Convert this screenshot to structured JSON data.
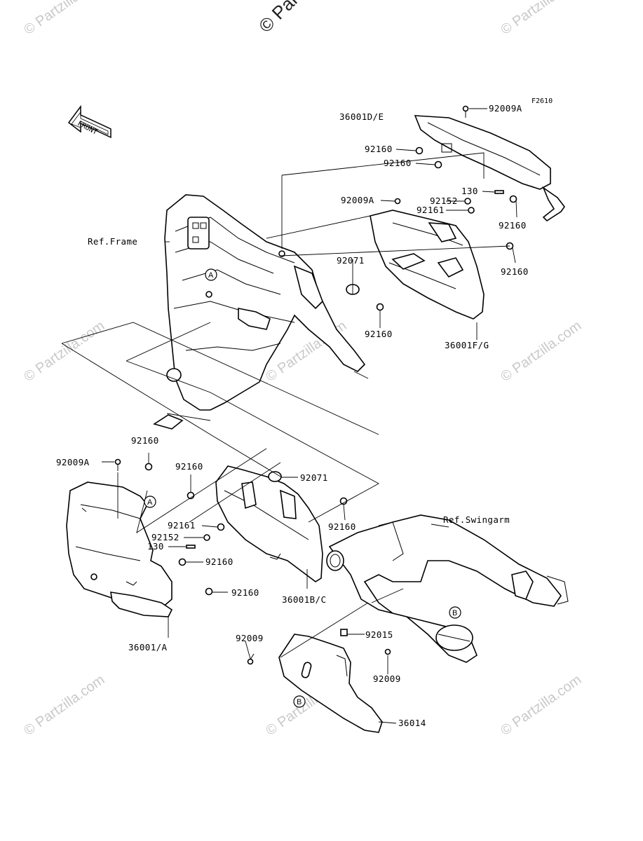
{
  "watermark": {
    "text": "© Partzilla.com",
    "top_text": "© Partz"
  },
  "figure_code": "F2610",
  "front_label": "FRONT",
  "refs": {
    "frame": "Ref.Frame",
    "swingarm": "Ref.Swingarm"
  },
  "callouts": {
    "a": "A",
    "b": "B"
  },
  "parts": {
    "cover_de": "36001D/E",
    "cover_fg": "36001F/G",
    "cover_bc": "36001B/C",
    "cover_a": "36001/A",
    "cover_14": "36014",
    "bolt_9a": "92009A",
    "bolt_9": "92009",
    "grommet_60": "92160",
    "collar_71": "92071",
    "nut_52": "92152",
    "washer_61": "92161",
    "screw_130": "130",
    "clip_15": "92015"
  }
}
